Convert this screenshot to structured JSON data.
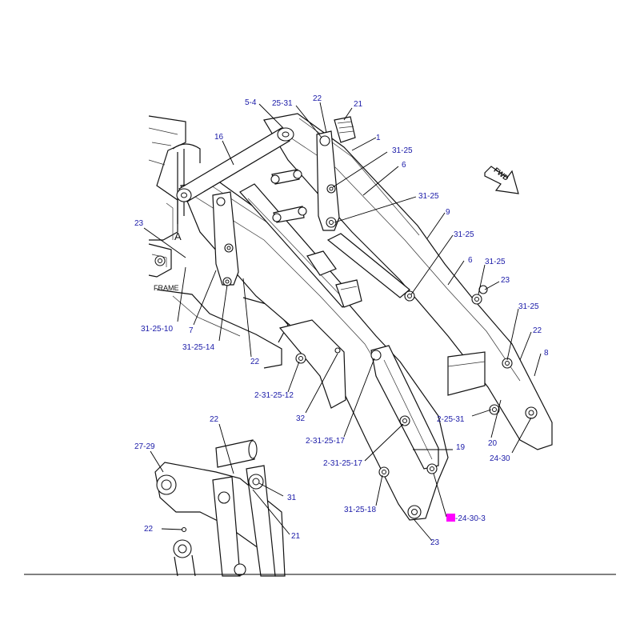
{
  "labels": {
    "fwd": "FWD",
    "frame": "FRAME",
    "view": "A",
    "view_mark": "A"
  },
  "accent": {
    "callout_color": "#1a1aa8",
    "highlight_color": "#ff00ff"
  },
  "callouts": [
    {
      "id": "c-5-4",
      "text": "5-4"
    },
    {
      "id": "c-25-31",
      "text": "25-31"
    },
    {
      "id": "c-22-top",
      "text": "22"
    },
    {
      "id": "c-21-top",
      "text": "21"
    },
    {
      "id": "c-16",
      "text": "16"
    },
    {
      "id": "c-1",
      "text": "1"
    },
    {
      "id": "c-31-25-a",
      "text": "31-25"
    },
    {
      "id": "c-6-a",
      "text": "6"
    },
    {
      "id": "c-31-25-b",
      "text": "31-25"
    },
    {
      "id": "c-9",
      "text": "9"
    },
    {
      "id": "c-31-25-c",
      "text": "31-25"
    },
    {
      "id": "c-6-b",
      "text": "6"
    },
    {
      "id": "c-31-25-d",
      "text": "31-25"
    },
    {
      "id": "c-23-r",
      "text": "23"
    },
    {
      "id": "c-31-25-e",
      "text": "31-25"
    },
    {
      "id": "c-22-r",
      "text": "22"
    },
    {
      "id": "c-8",
      "text": "8"
    },
    {
      "id": "c-23-l",
      "text": "23"
    },
    {
      "id": "c-31-25-10",
      "text": "31-25-10"
    },
    {
      "id": "c-7",
      "text": "7"
    },
    {
      "id": "c-31-25-14",
      "text": "31-25-14"
    },
    {
      "id": "c-22-m",
      "text": "22"
    },
    {
      "id": "c-2-31-25-12",
      "text": "2-31-25-12"
    },
    {
      "id": "c-32",
      "text": "32"
    },
    {
      "id": "c-2-31-25-17-a",
      "text": "2-31-25-17"
    },
    {
      "id": "c-2-31-25-17-b",
      "text": "2-31-25-17"
    },
    {
      "id": "c-2-25-31",
      "text": "2-25-31"
    },
    {
      "id": "c-20",
      "text": "20"
    },
    {
      "id": "c-24-30",
      "text": "24-30"
    },
    {
      "id": "c-19",
      "text": "19"
    },
    {
      "id": "c-31-25-18",
      "text": "31-25-18"
    },
    {
      "id": "c-24-30-3",
      "text": "-24-30-3",
      "highlight": "15"
    },
    {
      "id": "c-23-b",
      "text": "23"
    },
    {
      "id": "c-22-inset-a",
      "text": "22"
    },
    {
      "id": "c-27-29",
      "text": "27-29"
    },
    {
      "id": "c-31-inset",
      "text": "31"
    },
    {
      "id": "c-22-inset-b",
      "text": "22"
    },
    {
      "id": "c-21-inset",
      "text": "21"
    }
  ]
}
